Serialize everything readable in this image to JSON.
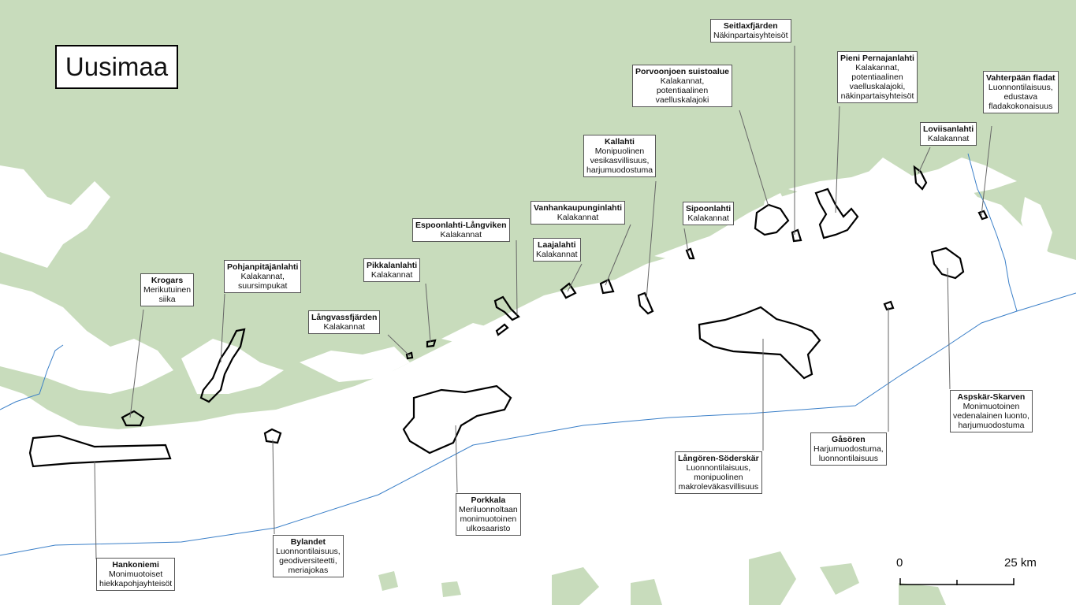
{
  "title": "Uusimaa",
  "colors": {
    "land": "#c8dcbc",
    "sea": "#ffffff",
    "boundary": "#3a7fc8",
    "outline": "#000000",
    "leader": "#666666"
  },
  "scale": {
    "start": "0",
    "end": "25 km"
  },
  "sites": [
    {
      "id": "krogars",
      "name": "Krogars",
      "desc": "Merikutuinen\nsiika"
    },
    {
      "id": "pohjanpitajanlahti",
      "name": "Pohjanpitäjänlahti",
      "desc": "Kalakannat,\nsuursimpukat"
    },
    {
      "id": "langvassfjarden",
      "name": "Långvassfjärden",
      "desc": "Kalakannat"
    },
    {
      "id": "pikkalanlahti",
      "name": "Pikkalanlahti",
      "desc": "Kalakannat"
    },
    {
      "id": "espoonlahti",
      "name": "Espoonlahti-Långviken",
      "desc": "Kalakannat"
    },
    {
      "id": "laajalahti",
      "name": "Laajalahti",
      "desc": "Kalakannat"
    },
    {
      "id": "vanhankaupunginlahti",
      "name": "Vanhankaupunginlahti",
      "desc": "Kalakannat"
    },
    {
      "id": "kallahti",
      "name": "Kallahti",
      "desc": "Monipuolinen\nvesikasvillisuus,\nharjumuodostuma"
    },
    {
      "id": "sipoonlahti",
      "name": "Sipoonlahti",
      "desc": "Kalakannat"
    },
    {
      "id": "porvoonjoen",
      "name": "Porvoonjoen suistoalue",
      "desc": "Kalakannat,\npotentiaalinen\nvaelluskalajoki"
    },
    {
      "id": "seitlaxfjarden",
      "name": "Seitlaxfjärden",
      "desc": "Näkinpartaisyhteisöt"
    },
    {
      "id": "pieni_pernajanlahti",
      "name": "Pieni Pernajanlahti",
      "desc": "Kalakannat,\npotentiaalinen\nvaelluskalajoki,\nnäkinpartaisyhteisöt"
    },
    {
      "id": "loviisanlahti",
      "name": "Loviisanlahti",
      "desc": "Kalakannat"
    },
    {
      "id": "vahterpaan",
      "name": "Vahterpään fladat",
      "desc": "Luonnontilaisuus,\nedustava\nfladakokonaisuus"
    },
    {
      "id": "hankoniemi",
      "name": "Hankoniemi",
      "desc": "Monimuotoiset\nhiekkapohjayhteisöt"
    },
    {
      "id": "bylandet",
      "name": "Bylandet",
      "desc": "Luonnontilaisuus,\ngeodiversiteetti,\nmeriajokas"
    },
    {
      "id": "porkkala",
      "name": "Porkkala",
      "desc": "Meriluonnoltaan\nmonimuotoinen\nulkosaaristo"
    },
    {
      "id": "langoren",
      "name": "Långören-Söderskär",
      "desc": "Luonnontilaisuus,\nmonipuolinen\nmakroleväkasvillisuus"
    },
    {
      "id": "gasoren",
      "name": "Gåsören",
      "desc": "Harjumuodostuma,\nluonnontilaisuus"
    },
    {
      "id": "aspskar",
      "name": "Aspskär-Skarven",
      "desc": "Monimuotoinen\nvedenalainen luonto,\nharjumuodostuma"
    }
  ]
}
